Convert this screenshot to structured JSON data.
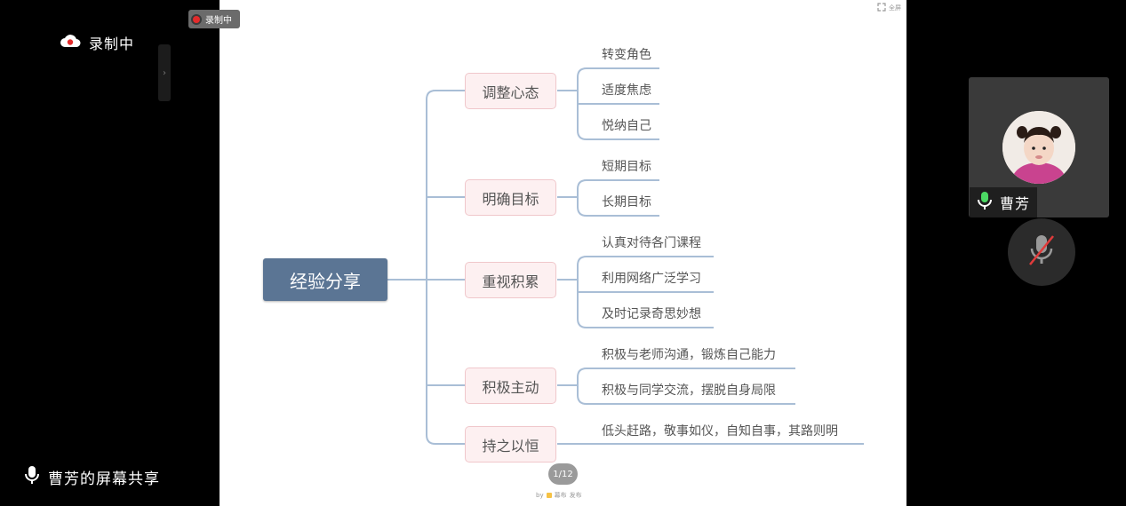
{
  "recording": {
    "label": "录制中"
  },
  "screen_badge": {
    "label": "录制中"
  },
  "fullscreen": {
    "label": "全屏"
  },
  "share": {
    "label": "曹芳的屏幕共享"
  },
  "mindmap": {
    "root": "经验分享",
    "branches": [
      {
        "label": "调整心态",
        "leaves": [
          "转变角色",
          "适度焦虑",
          "悦纳自己"
        ]
      },
      {
        "label": "明确目标",
        "leaves": [
          "短期目标",
          "长期目标"
        ]
      },
      {
        "label": "重视积累",
        "leaves": [
          "认真对待各门课程",
          "利用网络广泛学习",
          "及时记录奇思妙想"
        ]
      },
      {
        "label": "积极主动",
        "leaves": [
          "积极与老师沟通，锻炼自己能力",
          "积极与同学交流，摆脱自身局限"
        ]
      },
      {
        "label": "持之以恒",
        "leaves": [
          "低头赶路，敬事如仪，自知自事，其路则明"
        ]
      }
    ]
  },
  "pager": {
    "label": "1/12"
  },
  "credit": {
    "by": "by",
    "brand": "幕布",
    "publish": "发布"
  },
  "participant": {
    "name": "曹芳"
  },
  "colors": {
    "background": "#000000",
    "root_node": "#5b7594",
    "branch_fill": "#fdf0f1",
    "branch_border": "#f0c7cb",
    "connector": "#a9bed6",
    "record_dot": "#e32b2b",
    "mic_active": "#4cd964",
    "mic_muted": "#e03b3b"
  },
  "icons": [
    "cloud-record-icon",
    "record-dot-icon",
    "fullscreen-icon",
    "microphone-icon",
    "microphone-muted-icon",
    "collapse-handle-icon"
  ]
}
